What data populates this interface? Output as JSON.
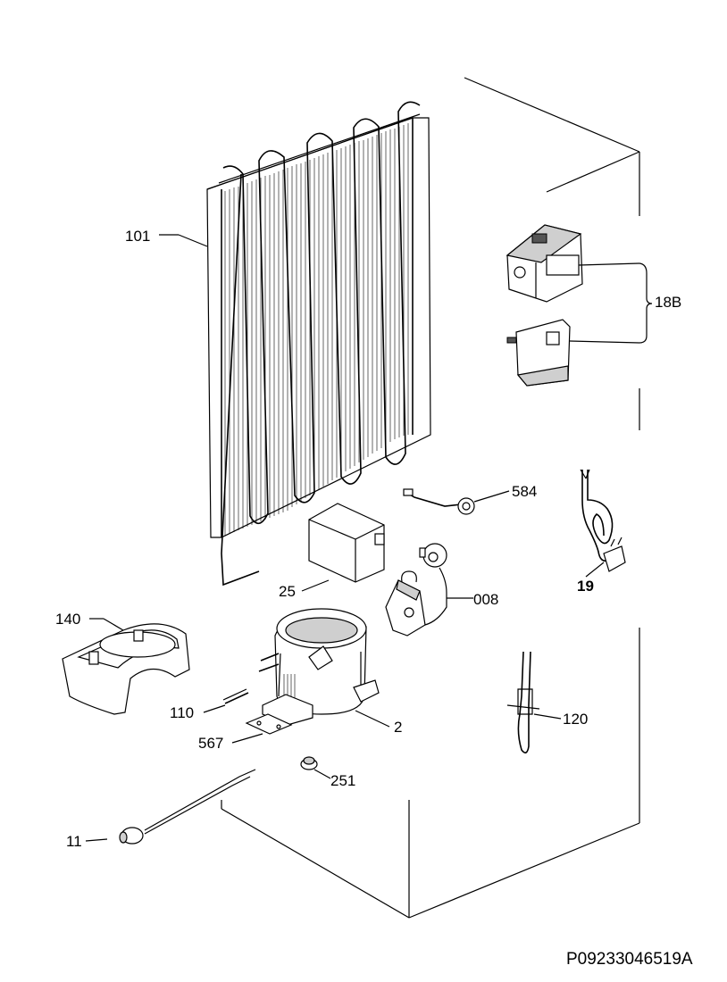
{
  "labels": {
    "p101": "101",
    "p18b": "18B",
    "p584": "584",
    "p19": "19",
    "p25": "25",
    "p008": "008",
    "p140": "140",
    "p110": "110",
    "p2": "2",
    "p567": "567",
    "p120": "120",
    "p251": "251",
    "p11": "11"
  },
  "reference_code": "P09233046519A"
}
